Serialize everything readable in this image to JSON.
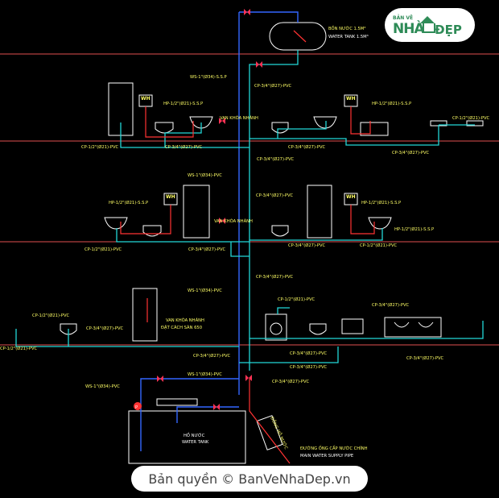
{
  "brand": {
    "logo_top": "BẢN VẼ",
    "logo_main": "NHÀ",
    "logo_tail": "ĐẸP",
    "copyright": "Bản quyền © BanVeNhaDep.vn"
  },
  "roof": {
    "tank_label_vi": "BỒN NƯỚC 1.5M³",
    "tank_label_en": "WATER TANK 1.5M³",
    "riser_ws": "WS-1\"(Ø34)-S.S.P",
    "riser_cp": "CP-3/4\"(Ø27)-PVC"
  },
  "floor1": {
    "wh_left": "WH",
    "wh_right": "WH",
    "hp_left": "HP-1/2\"(Ø21)-S.S.P",
    "hp_right": "HP-1/2\"(Ø21)-S.S.P",
    "main_valve": "VAN KHÓA NHÁNH",
    "cp_left": "CP-1/2\"(Ø21)-PVC",
    "cp_mid_left": "CP-3/4\"(Ø27)-PVC",
    "cp_riser": "CP-3/4\"(Ø27)-PVC",
    "cp_mid_right": "CP-3/4\"(Ø27)-PVC",
    "cp_right_end": "CP-1/2\"(Ø21)-PVC",
    "cp_right_low": "CP-3/4\"(Ø27)-PVC"
  },
  "floor2": {
    "ws": "WS-1\"(Ø34)-PVC",
    "cp_riser": "CP-3/4\"(Ø27)-PVC",
    "wh_left": "WH",
    "wh_right": "WH",
    "hp_left": "HP-1/2\"(Ø21)-S.S.P",
    "hp_right": "HP-1/2\"(Ø21)-S.S.P",
    "main_valve": "VAN KHÓA NHÁNH",
    "cp_left": "CP-1/2\"(Ø21)-PVC",
    "cp_mid_left": "CP-3/4\"(Ø27)-PVC",
    "cp_mid_right": "CP-3/4\"(Ø27)-PVC",
    "cp_right": "CP-1/2\"(Ø21)-PVC",
    "hp_far_right": "HP-1/2\"(Ø21)-S.S.P"
  },
  "floor3": {
    "ws": "WS-1\"(Ø34)-PVC",
    "cp_riser": "CP-3/4\"(Ø27)-PVC",
    "cp_top_left": "CP-1/2\"(Ø21)-PVC",
    "cp_left": "CP-3/4\"(Ø27)-PVC",
    "cp_edge": "CP-1/2\"(Ø21)-PVC",
    "valve_vi": "VAN KHÓA NHÁNH",
    "valve_vi2": "ĐẶT CÁCH SÀN 650",
    "cp_wm": "CP-1/2\"(Ø21)-PVC",
    "cp_right_top": "CP-3/4\"(Ø27)-PVC",
    "cp_right_bottom": "CP-3/4\"(Ø27)-PVC",
    "cp_center": "CP-3/4\"(Ø27)-PVC",
    "cp_center2": "CP-3/4\"(Ø27)-PVC",
    "cp_base": "CP-3/4\"(Ø27)-PVC"
  },
  "ground": {
    "ws_left": "WS-1\"(Ø34)-PVC",
    "ws_mid": "WS-1\"(Ø34)-PVC",
    "cp_main": "CP-3/4\"(Ø27)-PVC",
    "pump": "P",
    "tank_vi": "HỒ NƯỚC",
    "tank_en": "WATER TANK",
    "supply_vi": "ĐƯỜNG ỐNG CẤP NƯỚC CHÍNH",
    "supply_en": "MAIN WATER SUPPLY PIPE",
    "meter": "ĐỒNG HỒ NƯỚC"
  },
  "colors": {
    "floor_line": "#e05050",
    "cold_pipe": "#22d8d8",
    "hot_pipe": "#ff3333",
    "supply_pipe": "#3366ff",
    "label": "#ffff66"
  }
}
